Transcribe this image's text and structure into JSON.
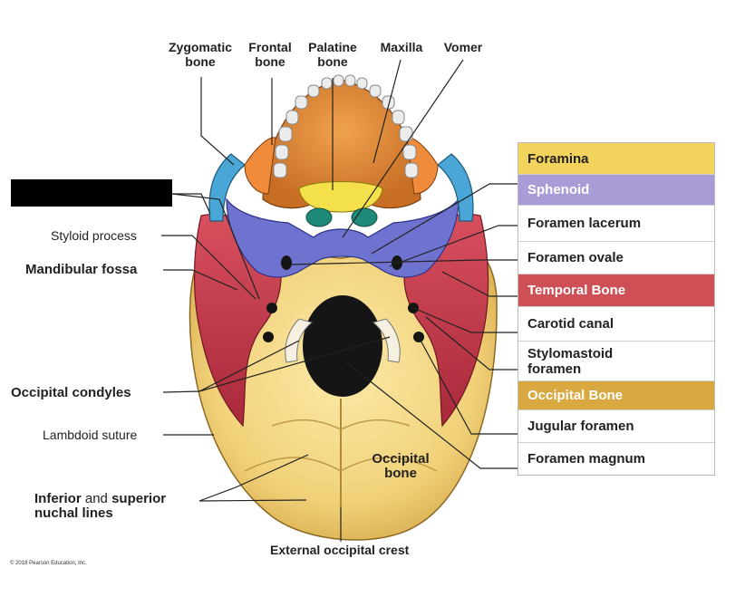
{
  "top_labels": {
    "zygomatic": "Zygomatic\nbone",
    "frontal": "Frontal\nbone",
    "palatine": "Palatine\nbone",
    "maxilla": "Maxilla",
    "vomer": "Vomer"
  },
  "left_labels": {
    "redacted": "",
    "styloid": "Styloid process",
    "mandibular": "Mandibular fossa",
    "condyles": "Occipital condyles",
    "lambdoid": "Lambdoid suture",
    "nuchal_inferior": "Inferior",
    "nuchal_and": " and ",
    "nuchal_superior": "superior",
    "nuchal_line2": "nuchal lines"
  },
  "center_labels": {
    "occipital_bone": "Occipital\nbone",
    "crest": "External occipital crest"
  },
  "legend": [
    {
      "label": "Foramina",
      "bg": "#f2d35c",
      "text": "#222222",
      "height": 34
    },
    {
      "label": "Sphenoid",
      "bg": "#a89bd6",
      "text": "#ffffff",
      "height": 34
    },
    {
      "label": "Foramen lacerum",
      "bg": "#ffffff",
      "text": "#222222",
      "height": 40
    },
    {
      "label": "Foramen ovale",
      "bg": "#ffffff",
      "text": "#222222",
      "height": 36
    },
    {
      "label": "Temporal Bone",
      "bg": "#cf4f57",
      "text": "#ffffff",
      "height": 36
    },
    {
      "label": "Carotid canal",
      "bg": "#ffffff",
      "text": "#222222",
      "height": 38
    },
    {
      "label": "Stylomastoid\nforamen",
      "bg": "#ffffff",
      "text": "#222222",
      "height": 44
    },
    {
      "label": "Occipital Bone",
      "bg": "#d9a840",
      "text": "#ffffff",
      "height": 32
    },
    {
      "label": "Jugular foramen",
      "bg": "#ffffff",
      "text": "#222222",
      "height": 36
    },
    {
      "label": "Foramen magnum",
      "bg": "#ffffff",
      "text": "#222222",
      "height": 36
    }
  ],
  "copyright": "© 2018 Pearson Education, Inc.",
  "colors": {
    "occipital": "#f1d27a",
    "temporal": "#c8384a",
    "sphenoid": "#6f73d0",
    "maxilla": "#e08a3a",
    "zygomatic": "#4aa6d6",
    "palatine": "#f4e04a",
    "foramen": "#1a1a1a",
    "leader": "#222222"
  }
}
